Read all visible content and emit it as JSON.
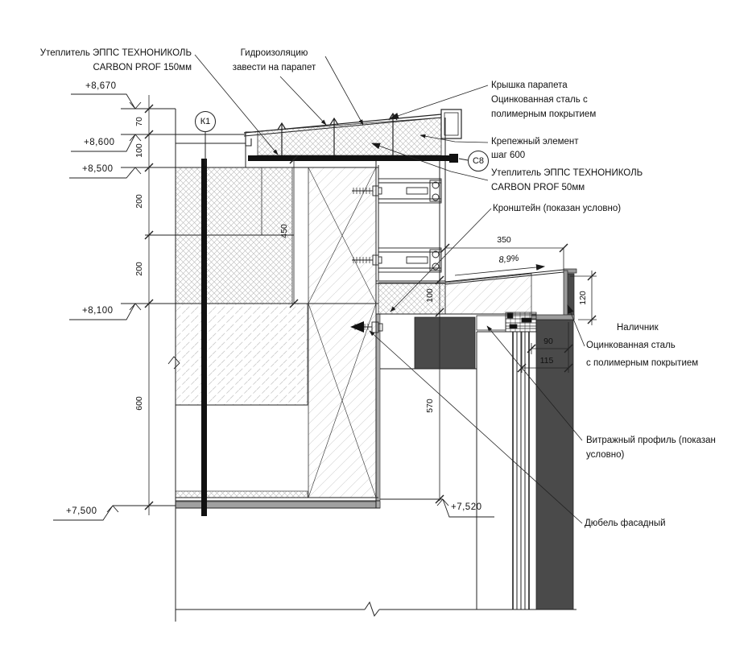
{
  "drawing": {
    "labels": {
      "insulation_150_l1": "Утеплитель ЭППС ТЕХНОНИКОЛЬ",
      "insulation_150_l2": "CARBON PROF 150мм",
      "waterproofing_l1": "Гидроизоляцию",
      "waterproofing_l2": "завести на парапет",
      "cap_l1": "Крышка парапета",
      "cap_l2": "Оцинкованная сталь с",
      "cap_l3": "полимерным покрытием",
      "fastener_l1": "Крепежный элемент",
      "fastener_l2": "шаг 600",
      "insulation_50_l1": "Утеплитель ЭППС ТЕХНОНИКОЛЬ",
      "insulation_50_l2": "CARBON PROF 50мм",
      "bracket": "Кронштейн (показан условно)",
      "casing_l1": "Наличник",
      "casing_l2": "Оцинкованная сталь",
      "casing_l3": "с полимерным покрытием",
      "curtain_wall_l1": "Витражный профиль (показан",
      "curtain_wall_l2": "условно)",
      "dowel": "Дюбель фасадный"
    },
    "elevations": {
      "top": "+8,670",
      "cap": "+8,600",
      "parapet": "+8,500",
      "sill": "+8,100",
      "soffit": "+7,500",
      "head": "+7,520"
    },
    "dimensions": {
      "cap_zone": "70",
      "beam_zone": "100",
      "block_a": "200",
      "block_b": "200",
      "wall_lower": "600",
      "parapet_height": "450",
      "sill_thickness": "100",
      "head_to_soffit": "570",
      "sill_width": "350",
      "casing_height": "120",
      "offset_90": "90",
      "offset_115": "115",
      "slope": "8,9%"
    },
    "markers": {
      "k1": "К1",
      "c8": "С8"
    }
  }
}
